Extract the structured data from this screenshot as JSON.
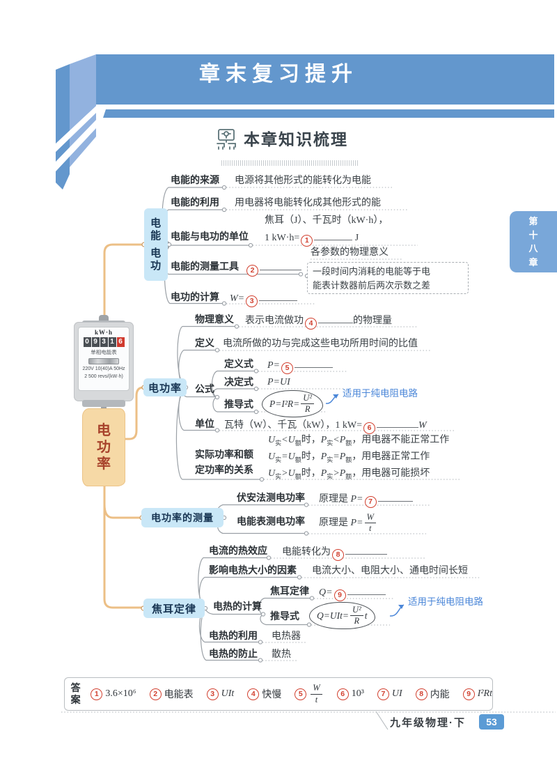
{
  "colors": {
    "banner_blue": "#6397cd",
    "fold_light_blue": "#92b2df",
    "node_fill": "#c9e7f7",
    "trunk_orange": "#ecbf86",
    "scroll_tan": "#f6d9a6",
    "scroll_text_red": "#a8432c",
    "circled_number_red": "#d2402f",
    "annotation_blue": "#4a86d8",
    "page_badge_blue": "#5b9bd5"
  },
  "page": {
    "banner_title": "章末复习提升",
    "section_title": "本章知识梳理",
    "chapter_tab": "第十八章",
    "footer_text": "九年级物理·下",
    "page_number": "53"
  },
  "meter": {
    "unit": "kW·h",
    "digits": [
      "0",
      "9",
      "3",
      "1",
      "6"
    ],
    "name": "单相电能表",
    "spec1": "220V 10(40)A 50Hz",
    "spec2": "2 500 revs/(kW·h)"
  },
  "root": {
    "label": "电功率"
  },
  "s1": {
    "node_l1": "电能",
    "node_l2": "电功",
    "r1": {
      "label": "电能的来源",
      "value": "电源将其他形式的能转化为电能"
    },
    "r2": {
      "label": "电能的利用",
      "value": "用电器将电能转化成其他形式的能"
    },
    "r3": {
      "label": "电能与电功的单位",
      "line1": "焦耳（J）、千瓦时（kW·h），",
      "pre": "1 kW·h=",
      "num": "1",
      "suffix": "J"
    },
    "r4": {
      "label": "电能的测量工具",
      "num": "2",
      "sub1": "各参数的物理意义",
      "box_l1": "一段时间内消耗的电能等于电",
      "box_l2": "能表计数器前后两次示数之差"
    },
    "r5": {
      "label": "电功的计算",
      "pre": "W=",
      "num": "3"
    }
  },
  "s2": {
    "node": "电功率",
    "r1": {
      "label": "物理意义",
      "pre": "表示电流做功",
      "num": "4",
      "suffix": "的物理量"
    },
    "r2": {
      "label": "定义",
      "value": "电流所做的功与完成这些电功所用时间的比值"
    },
    "formula": {
      "label": "公式",
      "r1": {
        "label": "定义式",
        "pre": "P=",
        "num": "5"
      },
      "r2": {
        "label": "决定式",
        "value": "P=UI"
      },
      "r3": {
        "label": "推导式",
        "runs": [
          {
            "i": "P=I²R="
          },
          {
            "frac": {
              "n": "U²",
              "d": "R"
            }
          }
        ],
        "note": "适用于纯电阻电路"
      }
    },
    "r4": {
      "label": "单位",
      "pre": "瓦特（W）、千瓦（kW），1 kW=",
      "num": "6",
      "suffix": "W"
    },
    "actual": {
      "label_l1": "实际功率和额",
      "label_l2": "定功率的关系",
      "r1": {
        "runs": [
          {
            "i": "U"
          },
          {
            "sub": "实"
          },
          {
            "i": "<U"
          },
          {
            "sub": "额"
          },
          {
            "t": "时，"
          },
          {
            "i": "P"
          },
          {
            "sub": "实"
          },
          {
            "i": "<P"
          },
          {
            "sub": "额"
          },
          {
            "t": "，用电器不能正常工作"
          }
        ]
      },
      "r2": {
        "runs": [
          {
            "i": "U"
          },
          {
            "sub": "实"
          },
          {
            "i": "=U"
          },
          {
            "sub": "额"
          },
          {
            "t": "时，"
          },
          {
            "i": "P"
          },
          {
            "sub": "实"
          },
          {
            "i": "=P"
          },
          {
            "sub": "额"
          },
          {
            "t": "，用电器正常工作"
          }
        ]
      },
      "r3": {
        "runs": [
          {
            "i": "U"
          },
          {
            "sub": "实"
          },
          {
            "i": ">U"
          },
          {
            "sub": "额"
          },
          {
            "t": "时，"
          },
          {
            "i": "P"
          },
          {
            "sub": "实"
          },
          {
            "i": ">P"
          },
          {
            "sub": "额"
          },
          {
            "t": "，用电器可能损坏"
          }
        ]
      }
    }
  },
  "s3": {
    "node": "电功率的测量",
    "r1": {
      "label": "伏安法测电功率",
      "pre": "原理是",
      "formula_pre": "P=",
      "num": "7"
    },
    "r2": {
      "label": "电能表测电功率",
      "pre": "原理是",
      "runs": [
        {
          "i": "P="
        },
        {
          "frac": {
            "n": "W",
            "d": "t"
          }
        }
      ]
    }
  },
  "s4": {
    "node": "焦耳定律",
    "r1": {
      "label": "电流的热效应",
      "pre": "电能转化为",
      "num": "8"
    },
    "r2": {
      "label": "影响电热大小的因素",
      "value": "电流大小、电阻大小、通电时间长短"
    },
    "calc": {
      "label": "电热的计算",
      "r1": {
        "label": "焦耳定律",
        "pre": "Q=",
        "num": "9"
      },
      "r2": {
        "label": "推导式",
        "runs": [
          {
            "i": "Q=UIt="
          },
          {
            "frac": {
              "n": "U²",
              "d": "R"
            }
          },
          {
            "i": "t"
          }
        ],
        "note": "适用于纯电阻电路"
      }
    },
    "r3": {
      "label": "电热的利用",
      "value": "电热器"
    },
    "r4": {
      "label": "电热的防止",
      "value": "散热"
    }
  },
  "answers": {
    "label_l1": "答",
    "label_l2": "案",
    "items": [
      {
        "num": "1",
        "runs": [
          {
            "t": "3.6×10⁶"
          }
        ]
      },
      {
        "num": "2",
        "runs": [
          {
            "t": "电能表"
          }
        ]
      },
      {
        "num": "3",
        "runs": [
          {
            "i": "UIt"
          }
        ]
      },
      {
        "num": "4",
        "runs": [
          {
            "t": "快慢"
          }
        ]
      },
      {
        "num": "5",
        "runs": [
          {
            "frac": {
              "n": "W",
              "d": "t"
            }
          }
        ]
      },
      {
        "num": "6",
        "runs": [
          {
            "t": "10³"
          }
        ]
      },
      {
        "num": "7",
        "runs": [
          {
            "i": "UI"
          }
        ]
      },
      {
        "num": "8",
        "runs": [
          {
            "t": "内能"
          }
        ]
      },
      {
        "num": "9",
        "runs": [
          {
            "i": "I²Rt"
          }
        ]
      }
    ]
  }
}
